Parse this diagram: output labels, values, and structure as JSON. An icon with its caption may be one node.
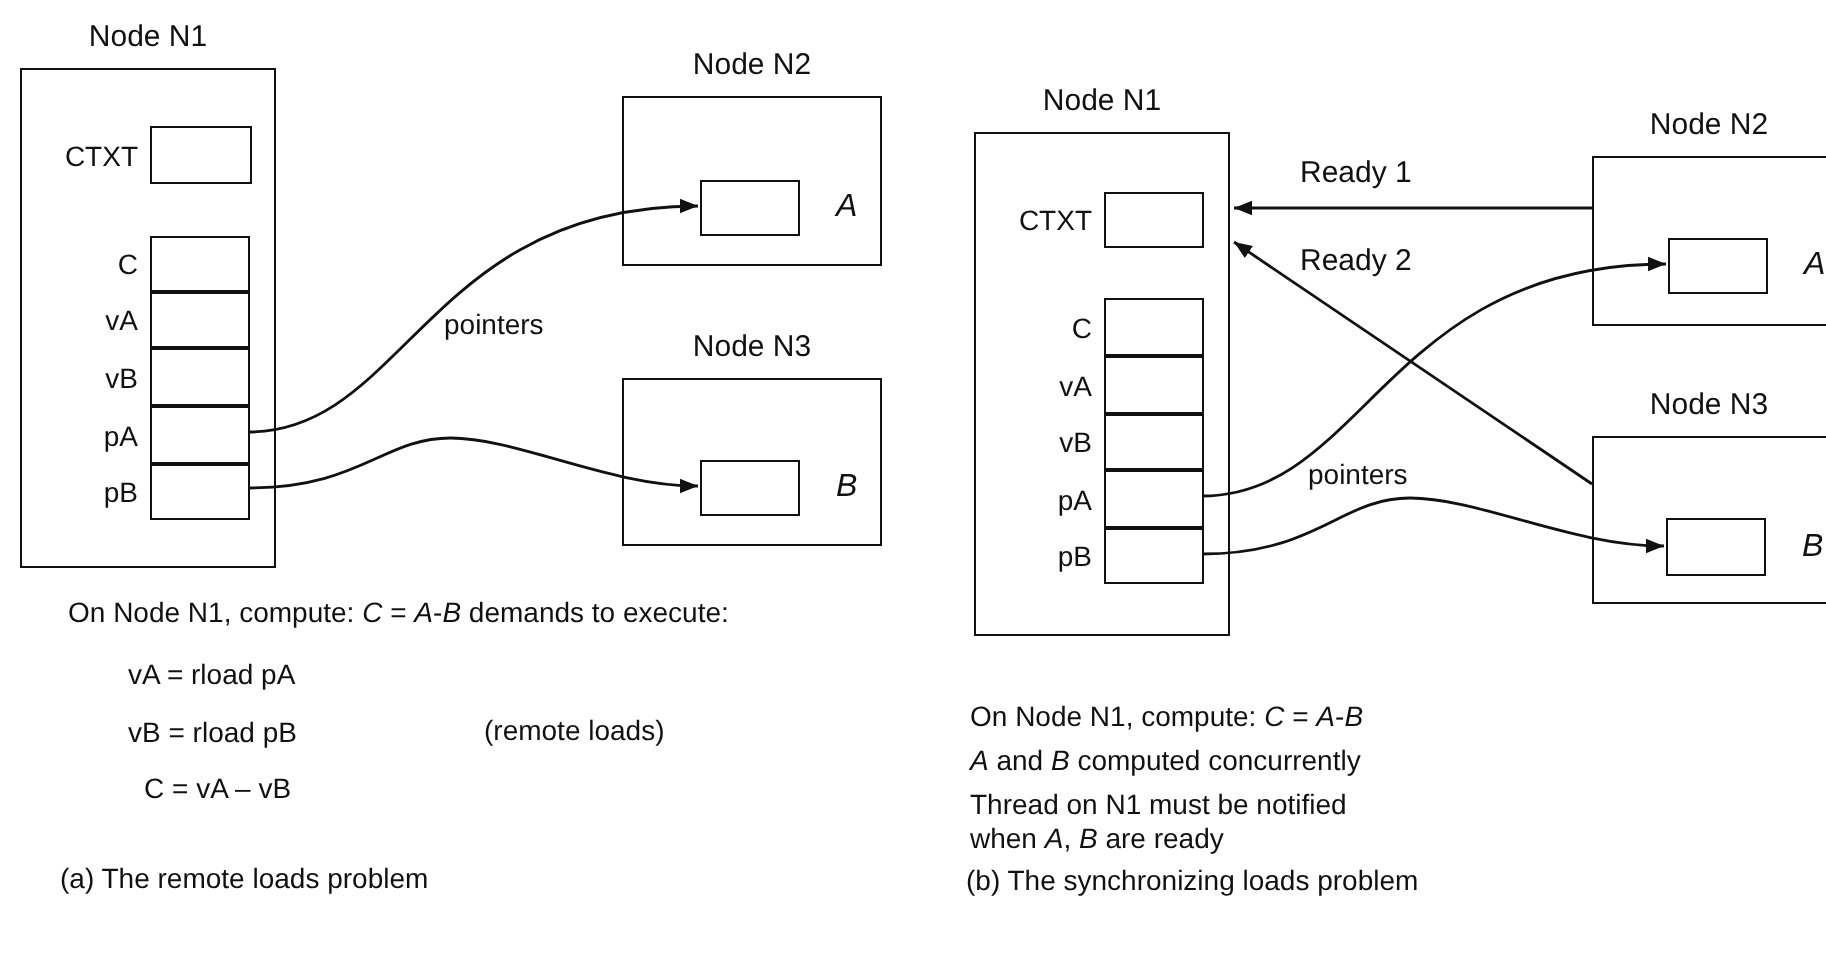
{
  "diagram": {
    "nodes": [
      {
        "text": [
          "Node N1"
        ]
      },
      {
        "text": [],
        "shape": "box",
        "beside": [
          "CTXT"
        ],
        "in": 0
      },
      {
        "text": [],
        "shape": "box",
        "beside": [
          "C"
        ],
        "in": 0
      },
      {
        "text": [],
        "shape": "box",
        "beside": [
          "vA"
        ],
        "in": 0
      },
      {
        "text": [],
        "shape": "box",
        "beside": [
          "vB"
        ],
        "in": 0
      },
      {
        "text": [],
        "shape": "box",
        "beside": [
          "pA"
        ],
        "in": 0
      },
      {
        "text": [],
        "shape": "box",
        "beside": [
          "pB"
        ],
        "in": 0
      },
      {
        "text": [
          "Node N2"
        ]
      },
      {
        "text": [],
        "shape": "box",
        "beside": [
          "A"
        ],
        "in": 7
      },
      {
        "text": [
          "Node N3"
        ]
      },
      {
        "text": [],
        "shape": "box",
        "beside": [
          "B"
        ],
        "in": 9
      },
      {
        "text": [
          "Node N1"
        ]
      },
      {
        "text": [],
        "shape": "box",
        "beside": [
          "CTXT"
        ],
        "in": 11
      },
      {
        "text": [],
        "shape": "box",
        "beside": [
          "C"
        ],
        "in": 11
      },
      {
        "text": [],
        "shape": "box",
        "beside": [
          "vA"
        ],
        "in": 11
      },
      {
        "text": [],
        "shape": "box",
        "beside": [
          "vB"
        ],
        "in": 11
      },
      {
        "text": [],
        "shape": "box",
        "beside": [
          "pA"
        ],
        "in": 11
      },
      {
        "text": [],
        "shape": "box",
        "beside": [
          "pB"
        ],
        "in": 11
      },
      {
        "text": [
          "Node N2"
        ]
      },
      {
        "text": [],
        "shape": "box",
        "beside": [
          "A"
        ],
        "in": 18
      },
      {
        "text": [
          "Node N3"
        ]
      },
      {
        "text": [],
        "shape": "box",
        "beside": [
          "B"
        ],
        "in": 20
      }
    ],
    "edges": [
      {
        "from": 5,
        "to": 8,
        "arrow": "to"
      },
      {
        "from": 6,
        "to": 10,
        "arrow": "to"
      },
      {
        "from": 18,
        "to": 11,
        "arrow": "to",
        "label": "Ready 1"
      },
      {
        "from": 20,
        "to": 11,
        "arrow": "to",
        "label": "Ready 2"
      },
      {
        "from": 16,
        "to": 19,
        "arrow": "to"
      },
      {
        "from": 17,
        "to": 21,
        "arrow": "to"
      }
    ],
    "labels": [
      "pointers",
      "On Node N1, compute: *C* = *A*-*B* demands to execute:",
      "vA = rload pA",
      "vB = rload pB",
      "(remote loads)",
      "C = vA – vB",
      "(a) The remote loads problem",
      "pointers",
      "On Node N1, compute: *C* = *A*-*B*",
      "*A* and *B* computed concurrently",
      "Thread on N1 must be notified when *A*, *B* are ready",
      "(b) The synchronizing loads problem"
    ]
  }
}
